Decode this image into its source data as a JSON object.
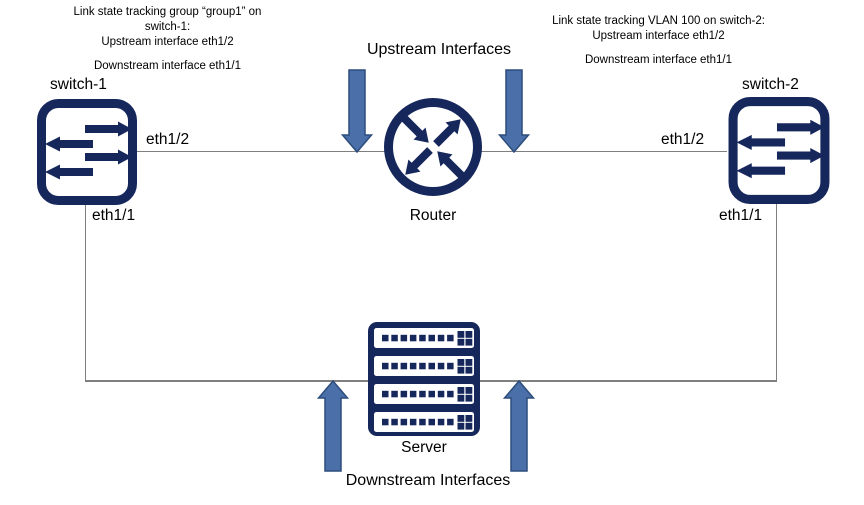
{
  "colors": {
    "navy": "#16275c",
    "arrow_fill": "#4a6fa9",
    "arrow_stroke": "#2c4d7c",
    "connector": "#7f7f7f",
    "text": "#000000",
    "background": "#ffffff"
  },
  "annotations": {
    "left": {
      "lines": [
        "Link state tracking group “group1” on",
        "switch-1:",
        "Upstream interface eth1/2",
        "Downstream interface eth1/1"
      ]
    },
    "right": {
      "lines": [
        "Link state tracking VLAN 100 on switch-2:",
        "Upstream interface eth1/2",
        "Downstream interface eth1/1"
      ]
    }
  },
  "captions": {
    "upstream": "Upstream Interfaces",
    "downstream": "Downstream Interfaces"
  },
  "nodes": {
    "switch1": {
      "label": "switch-1",
      "upstream_port": "eth1/2",
      "downstream_port": "eth1/1"
    },
    "switch2": {
      "label": "switch-2",
      "upstream_port": "eth1/2",
      "downstream_port": "eth1/1"
    },
    "router": {
      "label": "Router"
    },
    "server": {
      "label": "Server"
    }
  }
}
